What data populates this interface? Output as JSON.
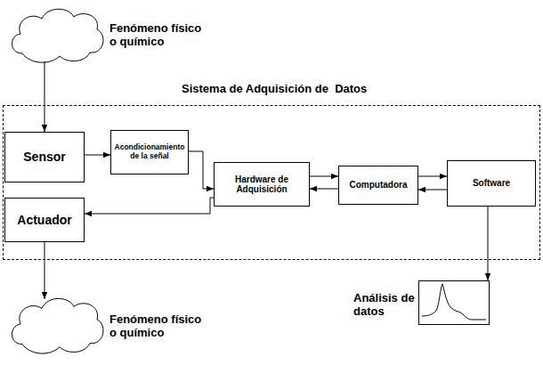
{
  "diagram": {
    "nodes": [
      {
        "text": [
          "Fenómeno físico o químico"
        ]
      },
      {
        "text": [
          "Sistema de Adquisición de  Datos"
        ]
      },
      {
        "text": [
          "Sensor"
        ],
        "in": 1
      },
      {
        "text": [
          "Acondicionamiento de la señal"
        ],
        "in": 1
      },
      {
        "text": [
          "Hardware de Adquisición"
        ],
        "in": 1
      },
      {
        "text": [
          "Computadora"
        ],
        "in": 1
      },
      {
        "text": [
          "Software"
        ],
        "in": 1
      },
      {
        "text": [
          "Actuador"
        ],
        "in": 1
      },
      {
        "text": [
          "Fenómeno físico o químico"
        ]
      },
      {
        "text": [
          "Análisis de datos"
        ]
      }
    ],
    "edges": [
      {
        "from": 0,
        "to": 2,
        "arrow": "to"
      },
      {
        "from": 2,
        "to": 3,
        "arrow": "to"
      },
      {
        "from": 3,
        "to": 4,
        "arrow": "to"
      },
      {
        "from": 4,
        "to": 5,
        "arrow": "to"
      },
      {
        "from": 5,
        "to": 4,
        "arrow": "to"
      },
      {
        "from": 5,
        "to": 6,
        "arrow": "to"
      },
      {
        "from": 6,
        "to": 5,
        "arrow": "to"
      },
      {
        "from": 4,
        "to": 7,
        "arrow": "to"
      },
      {
        "from": 7,
        "to": 8,
        "arrow": "to"
      },
      {
        "from": 6,
        "to": 9,
        "arrow": "to"
      }
    ]
  }
}
